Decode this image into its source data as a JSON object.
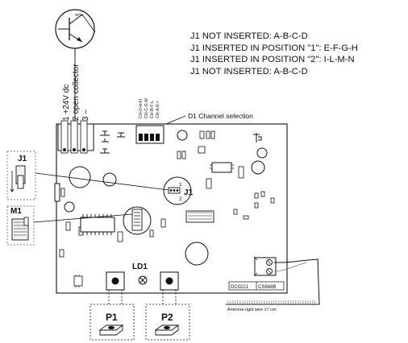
{
  "notes": [
    "J1 NOT INSERTED: A-B-C-D",
    "J1 INSERTED IN POSITION \"1\": E-F-G-H",
    "J1 INSERTED IN POSITION \"2\": I-L-M-N",
    "J1 NOT INSERTED: A-B-C-D"
  ],
  "terminals": [
    "1 +24V dc",
    "2 open collector",
    "3 –"
  ],
  "channel_codes": [
    "CH-D-H-N",
    "CH-C-G-M",
    "CH-B-F-L",
    "CH-A-E-I"
  ],
  "d1_label": "D1 Channel selection",
  "transistor_label": "NPN",
  "inset_j1_label": "J1",
  "inset_m1_label": "M1",
  "j1_label": "J1",
  "j1_pos1": "1",
  "j1_pos2": "2",
  "ld1_label": "LD1",
  "p1_label": "P1",
  "p2_label": "P2",
  "board_code_1": "DC0221",
  "board_code_2": "CS848B",
  "antenna_label": "Antenna rigid wire 17 cm",
  "colors": {
    "ink": "#111111",
    "grey": "#777777",
    "fill": "#f2f2f2"
  }
}
